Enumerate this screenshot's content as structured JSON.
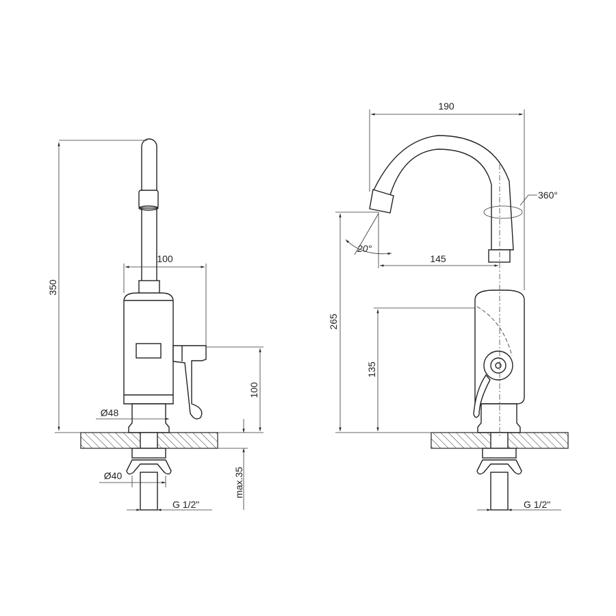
{
  "side_view": {
    "height_total": "350",
    "width_body": "100",
    "handle_height": "100",
    "diameter_base": "Ø48",
    "diameter_nut": "Ø40",
    "thread": "G 1/2\"",
    "max_thickness": "max.35"
  },
  "front_view": {
    "width_total": "190",
    "rotation": "360°",
    "spout_reach": "145",
    "spout_angle": "20°",
    "spout_height": "265",
    "handle_height": "135",
    "thread": "G 1/2\""
  }
}
